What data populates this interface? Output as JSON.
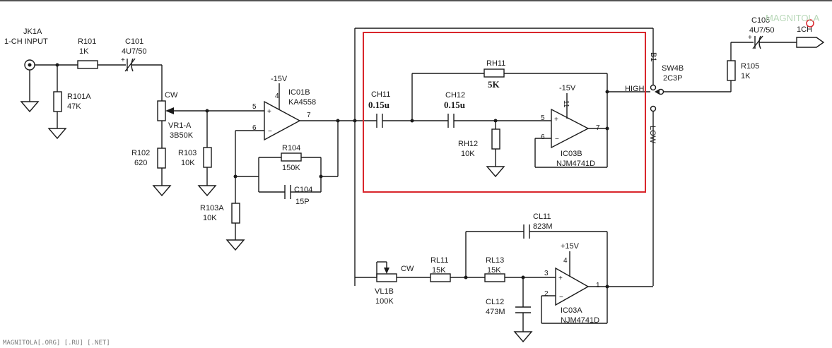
{
  "colors": {
    "wire": "#1a1a1a",
    "highlight": "#d9262c",
    "watermark": "#7a7a7a"
  },
  "labels": {
    "jk1a": "JK1A",
    "input": "1-CH INPUT",
    "r101": "R101",
    "r101_val": "1K",
    "c101": "C101",
    "c101_val": "4U7/50",
    "r101a": "R101A",
    "r101a_val": "47K",
    "cw1": "CW",
    "vr1a": "VR1-A",
    "vr1a_val": "3B50K",
    "r102": "R102",
    "r102_val": "620",
    "r103": "R103",
    "r103_val": "10K",
    "r103a": "R103A",
    "r103a_val": "10K",
    "ic01b_supply": "-15V",
    "ic01b": "IC01B",
    "ic01b_type": "KA4558",
    "ic01b_pin4": "4",
    "ic01b_pin5": "5",
    "ic01b_pin6": "6",
    "ic01b_pin7": "7",
    "r104": "R104",
    "r104_val": "150K",
    "c104": "C104",
    "c104_val": "15P",
    "ch11": "CH11",
    "ch11_val": "0.15u",
    "ch12": "CH12",
    "ch12_val": "0.15u",
    "rh11": "RH11",
    "rh11_val": "5K",
    "rh12": "RH12",
    "rh12_val": "10K",
    "ic03b_supply": "-15V",
    "ic03b": "IC03B",
    "ic03b_type": "NJM4741D",
    "ic03b_pin11": "11",
    "ic03b_pin5": "5",
    "ic03b_pin6": "6",
    "ic03b_pin7": "7",
    "sw4b": "SW4B",
    "sw4b_type": "2C3P",
    "sw_b1": "B1",
    "sw_high": "HIGH",
    "sw_low": "LOW",
    "c105": "C105",
    "c105_val": "4U7/50",
    "r105": "R105",
    "r105_val": "1K",
    "out": "1CH",
    "cl11": "CL11",
    "cl11_val": "823M",
    "ic03a_supply": "+15V",
    "ic03a": "IC03A",
    "ic03a_type": "NJM4741D",
    "ic03a_pin4": "4",
    "ic03a_pin3": "3",
    "ic03a_pin2": "2",
    "ic03a_pin1": "1",
    "cw2": "CW",
    "vl1b": "VL1B",
    "vl1b_val": "100K",
    "rl11": "RL11",
    "rl11_val": "15K",
    "rl13": "RL13",
    "rl13_val": "15K",
    "cl12": "CL12",
    "cl12_val": "473M",
    "watermark": "MAGNITOLA[.ORG] [.RU] [.NET]",
    "watermark_logo": "MAGNITOLA"
  }
}
